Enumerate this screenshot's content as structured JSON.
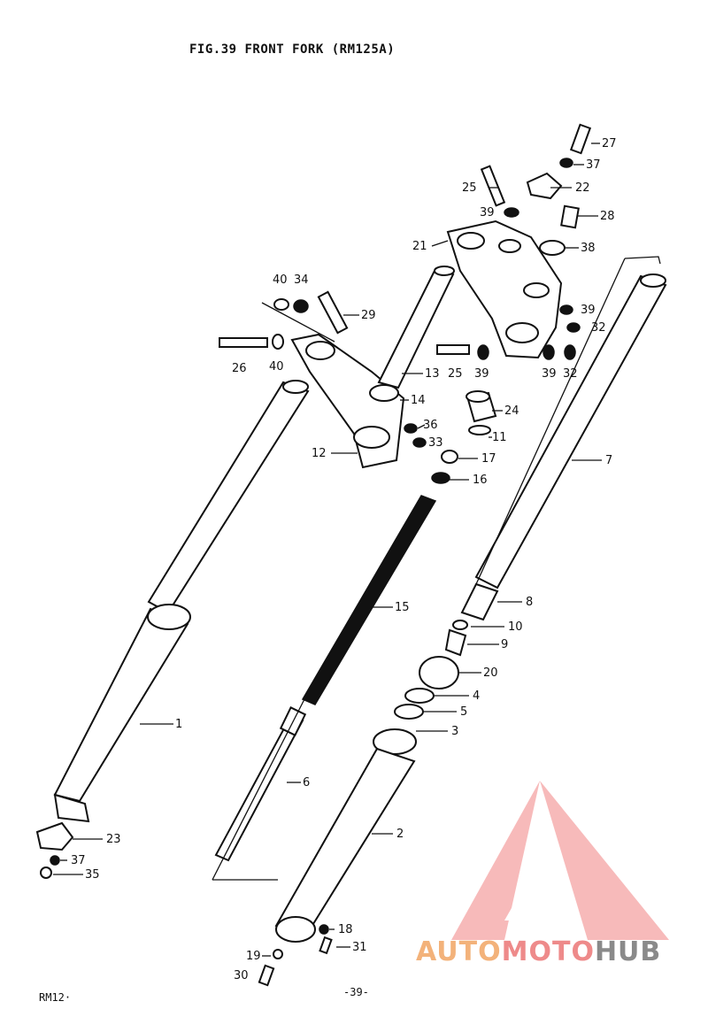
{
  "title": "FIG.39  FRONT FORK (RM125A)",
  "footer": {
    "model": "RM12·",
    "page": "-39-"
  },
  "watermark": {
    "part1": "AUTO",
    "part2": "MOTO",
    "part3": "HUB",
    "logo_color": "#f28b8b"
  },
  "callouts": {
    "c1": "1",
    "c2": "2",
    "c3": "3",
    "c4": "4",
    "c5": "5",
    "c6": "6",
    "c7": "7",
    "c8": "8",
    "c9": "9",
    "c10": "10",
    "c11": "11",
    "c12": "12",
    "c13": "13",
    "c14": "14",
    "c15": "15",
    "c16": "16",
    "c17": "17",
    "c18": "18",
    "c19": "19",
    "c20": "20",
    "c21": "21",
    "c22": "22",
    "c23": "23",
    "c24": "24",
    "c25a": "25",
    "c25b": "25",
    "c26": "26",
    "c27": "27",
    "c28": "28",
    "c29": "29",
    "c30": "30",
    "c31": "31",
    "c32a": "32",
    "c32b": "32",
    "c33": "33",
    "c34": "34",
    "c35": "35",
    "c36": "36",
    "c37a": "37",
    "c37b": "37",
    "c38": "38",
    "c39a": "39",
    "c39b": "39",
    "c39c": "39",
    "c39d": "39",
    "c40a": "40",
    "c40b": "40"
  }
}
